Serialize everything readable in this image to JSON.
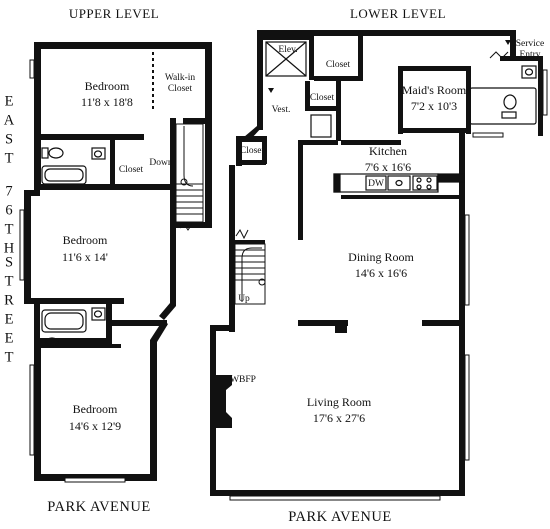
{
  "headings": {
    "upper": "UPPER LEVEL",
    "lower": "LOWER LEVEL"
  },
  "street": [
    "EAST",
    "76TH",
    "STREET"
  ],
  "footers": {
    "upper": "PARK AVENUE",
    "lower": "PARK AVENUE"
  },
  "upper_rooms": {
    "bedroom1": {
      "name": "Bedroom",
      "dims": "11'8 x 18'8"
    },
    "walkin_line1": "Walk-in",
    "walkin_line2": "Closet",
    "closet": "Closet",
    "down": "Down",
    "bedroom2": {
      "name": "Bedroom",
      "dims": "11'6 x 14'"
    },
    "bedroom3": {
      "name": "Bedroom",
      "dims": "14'6 x 12'9"
    }
  },
  "lower_rooms": {
    "elev": "Elev.",
    "closet_top": "Closet",
    "closet_mid": "Closet",
    "closet_left": "Closet",
    "vest": "Vest.",
    "service_line1": "Service",
    "service_line2": "Entry",
    "maids": {
      "name": "Maid's Room",
      "dims": "7'2 x 10'3"
    },
    "kitchen": {
      "name": "Kitchen",
      "dims": "7'6 x 16'6"
    },
    "dw": "DW",
    "dining": {
      "name": "Dining Room",
      "dims": "14'6 x 16'6"
    },
    "up": "Up",
    "wbfp": "WBFP",
    "living": {
      "name": "Living Room",
      "dims": "17'6 x 27'6"
    }
  }
}
